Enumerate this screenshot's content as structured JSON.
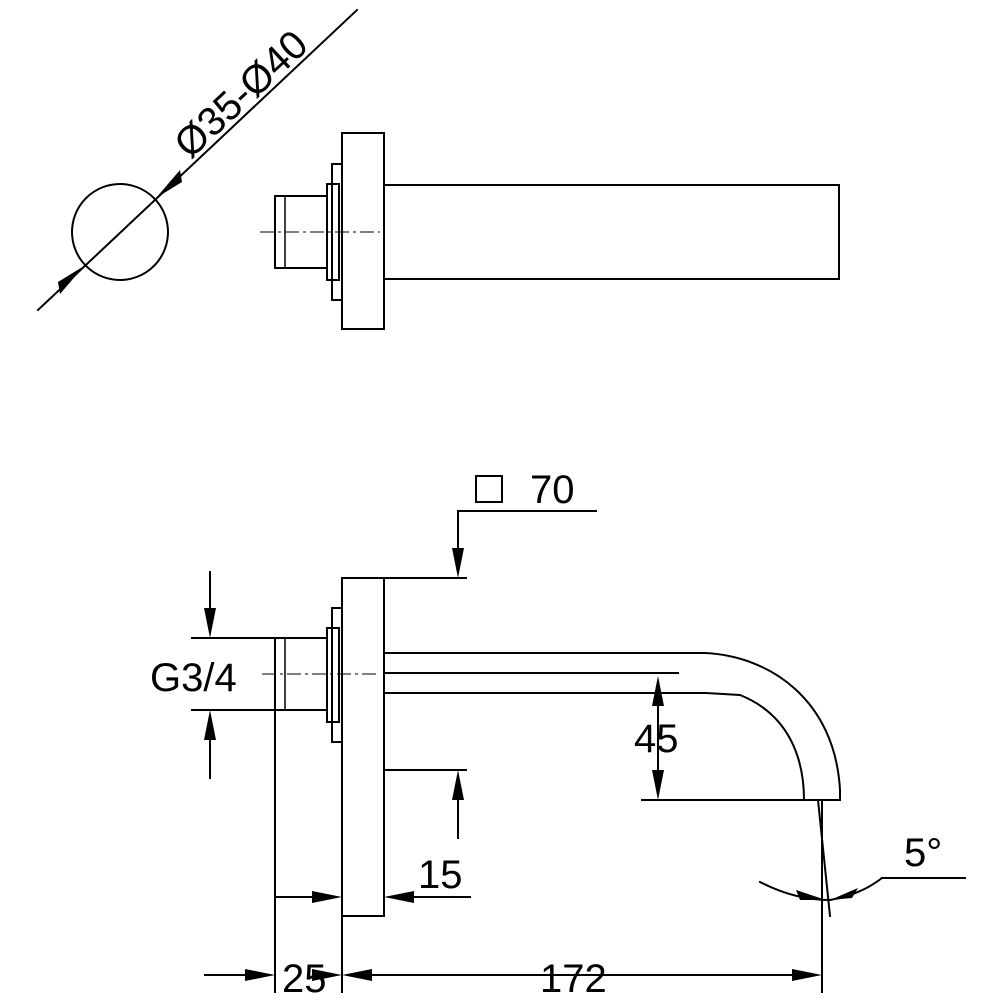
{
  "dimensions": {
    "diameter": "Ø35-Ø40",
    "plate": "70",
    "thread": "G3/4",
    "spout_height": "45",
    "plate_thickness": "15",
    "angle": "5°",
    "thread_length": "25",
    "projection": "172"
  }
}
